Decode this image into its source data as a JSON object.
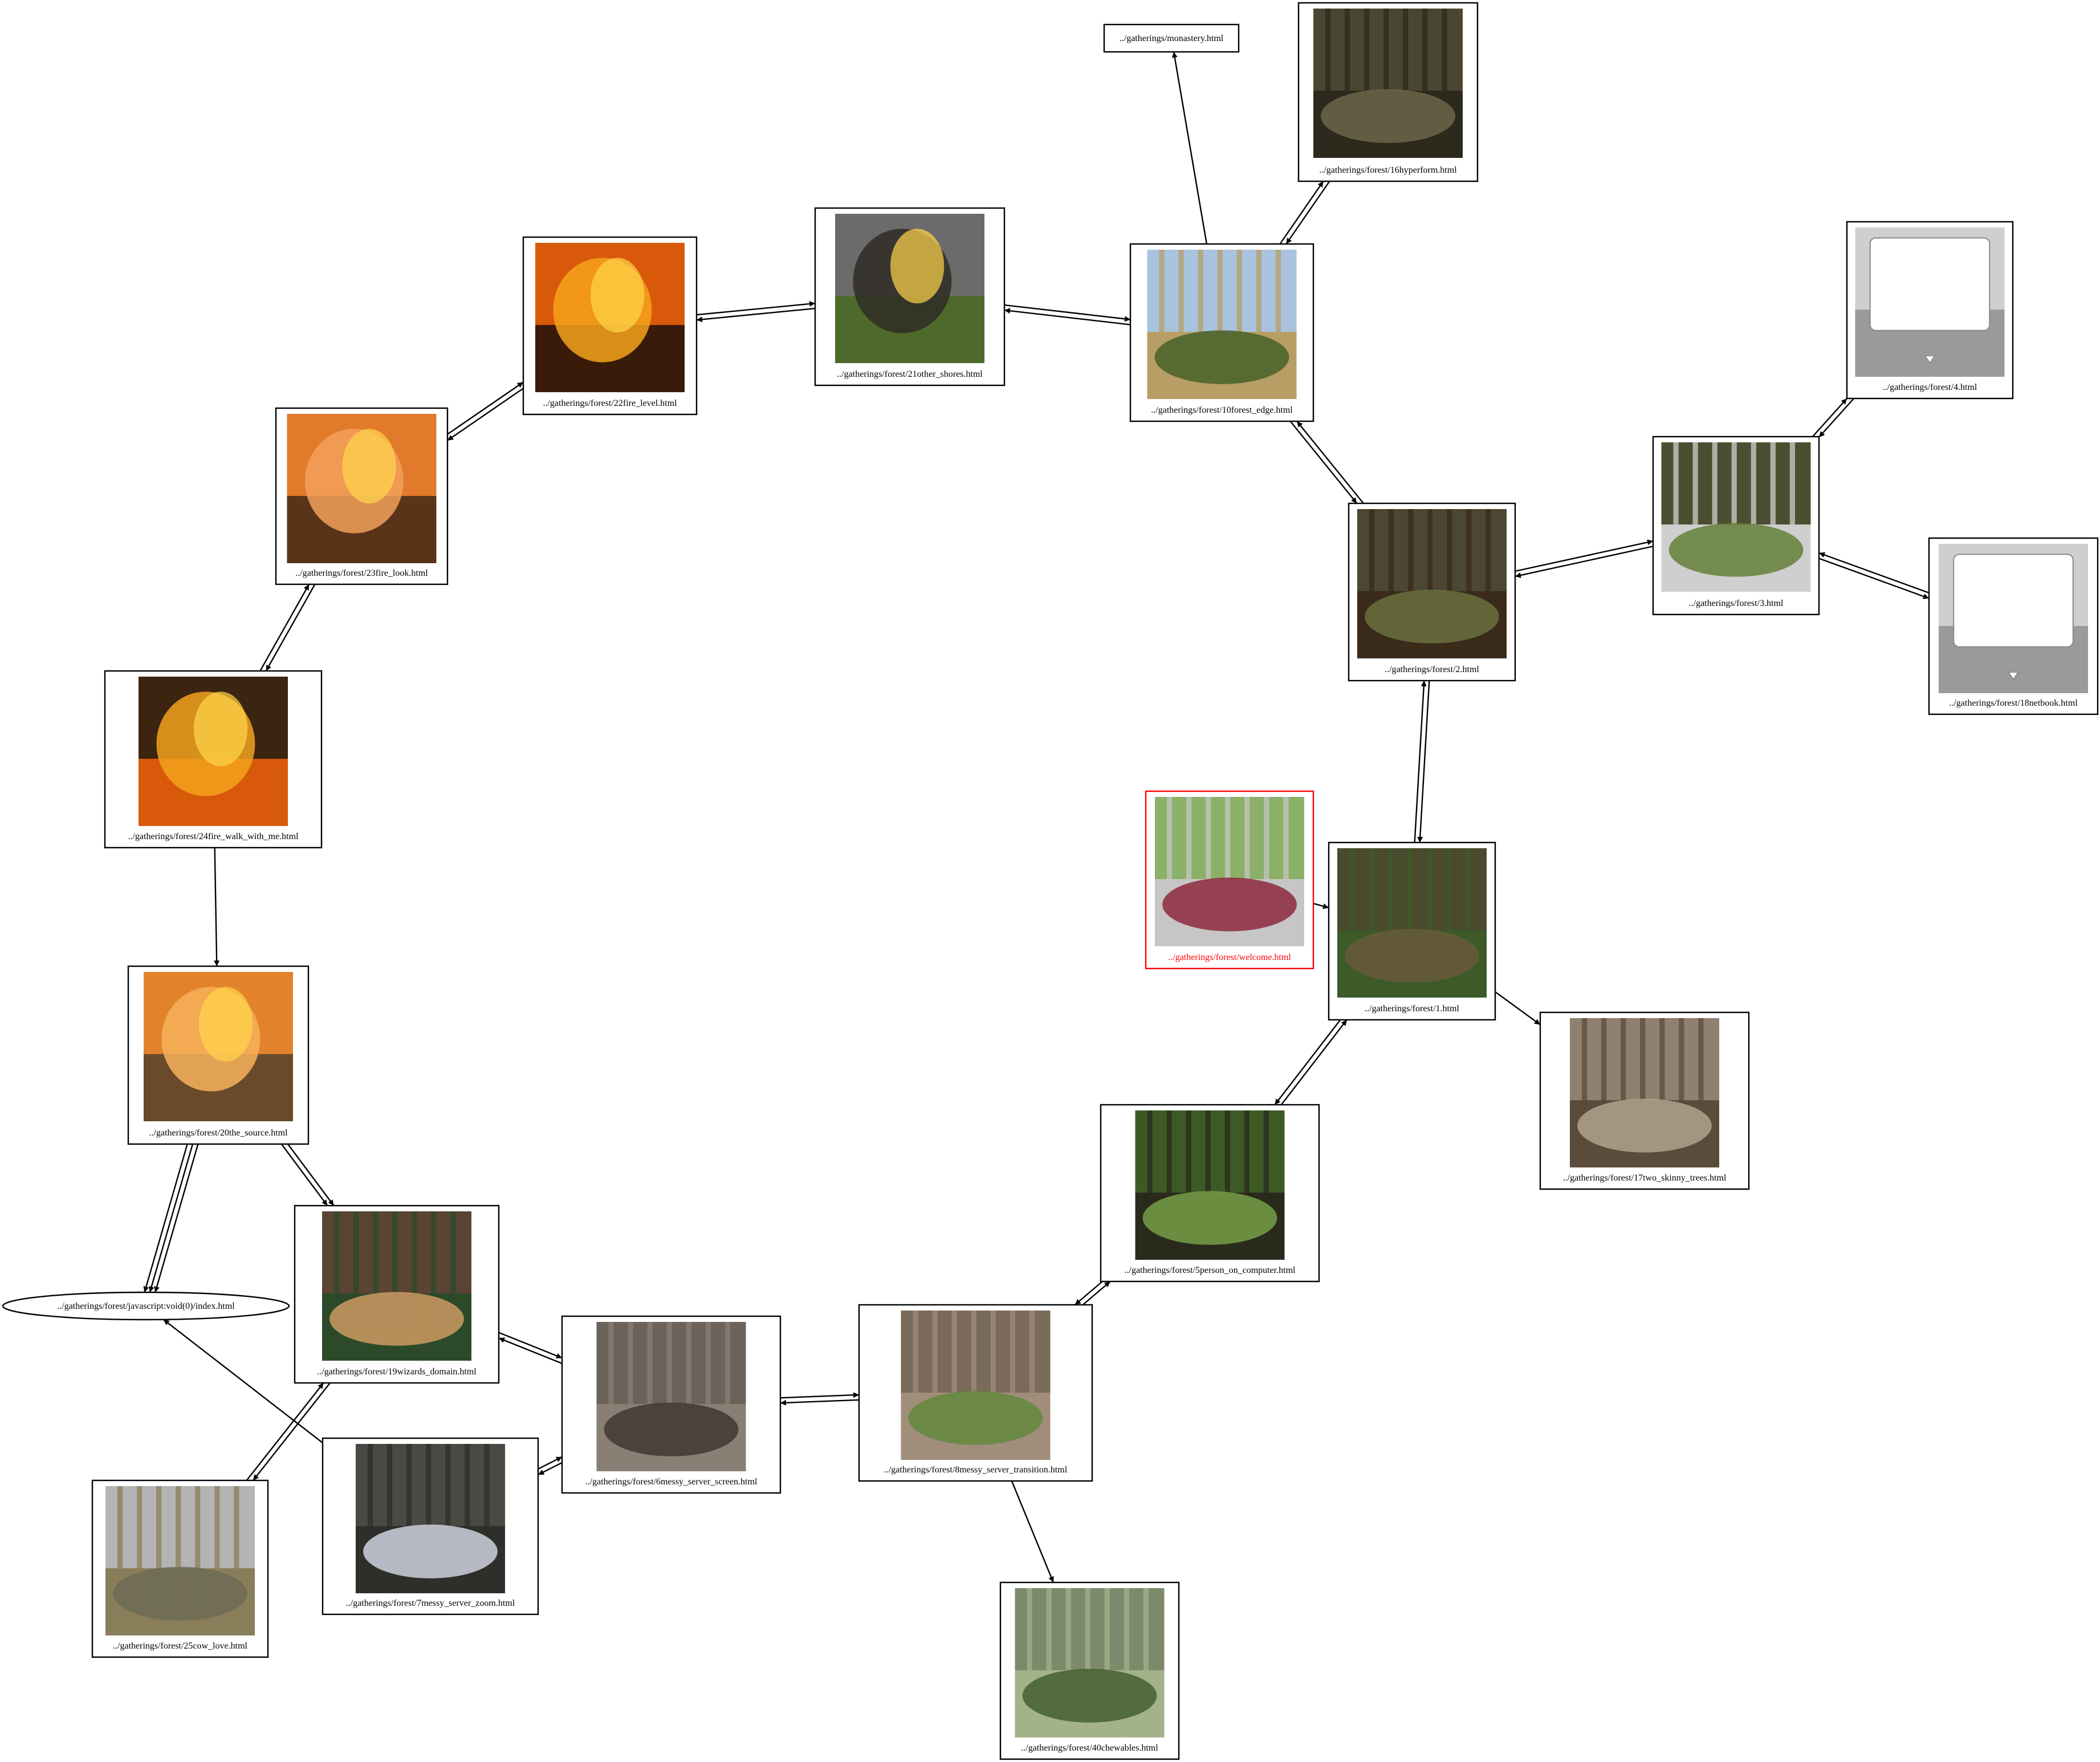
{
  "colors": {
    "edge": "#000000",
    "node_border": "#000000",
    "start_node": "#ff0000",
    "background": "#ffffff"
  },
  "nodes": [
    {
      "id": "monastery",
      "label": "../gatherings/monastery.html",
      "shape": "box",
      "image": "none"
    },
    {
      "id": "f16",
      "label": "../gatherings/forest/16hyperform.html",
      "shape": "box",
      "image": "forest-tall-trees"
    },
    {
      "id": "f21",
      "label": "../gatherings/forest/21other_shores.html",
      "shape": "box",
      "image": "wildfire-smoke-hillside"
    },
    {
      "id": "f22",
      "label": "../gatherings/forest/22fire_level.html",
      "shape": "box",
      "image": "fire-burning-structure"
    },
    {
      "id": "f10",
      "label": "../gatherings/forest/10forest_edge.html",
      "shape": "box",
      "image": "forest-edge-field"
    },
    {
      "id": "f4",
      "label": "../gatherings/forest/4.html",
      "shape": "box",
      "image": "crt-monitor-screen"
    },
    {
      "id": "f23",
      "label": "../gatherings/forest/23fire_look.html",
      "shape": "box",
      "image": "orange-burnt-forest"
    },
    {
      "id": "f3",
      "label": "../gatherings/forest/3.html",
      "shape": "box",
      "image": "computers-on-mossy-stump"
    },
    {
      "id": "f2",
      "label": "../gatherings/forest/2.html",
      "shape": "box",
      "image": "desk-with-computer-in-forest"
    },
    {
      "id": "f18",
      "label": "../gatherings/forest/18netbook.html",
      "shape": "box",
      "image": "crt-monitor-screen"
    },
    {
      "id": "f24",
      "label": "../gatherings/forest/24fire_walk_with_me.html",
      "shape": "box",
      "image": "burning-house"
    },
    {
      "id": "welcome",
      "label": "../gatherings/forest/welcome.html",
      "shape": "box",
      "start": true,
      "image": "red-sign-by-road"
    },
    {
      "id": "f1",
      "label": "../gatherings/forest/1.html",
      "shape": "box",
      "image": "forest-floor-bench"
    },
    {
      "id": "f20",
      "label": "../gatherings/forest/20the_source.html",
      "shape": "box",
      "image": "burning-living-room"
    },
    {
      "id": "f17",
      "label": "../gatherings/forest/17two_skinny_trees.html",
      "shape": "box",
      "image": "bare-winter-woods"
    },
    {
      "id": "f5",
      "label": "../gatherings/forest/5person_on_computer.html",
      "shape": "box",
      "image": "ferns-and-computer"
    },
    {
      "id": "js",
      "label": "../gatherings/forest/javascript:void(0)/index.html",
      "shape": "ellipse",
      "image": "none"
    },
    {
      "id": "f19",
      "label": "../gatherings/forest/19wizards_domain.html",
      "shape": "box",
      "image": "living-room-christmas-tree"
    },
    {
      "id": "f8",
      "label": "../gatherings/forest/8messy_server_transition.html",
      "shape": "box",
      "image": "mossy-brick-wall"
    },
    {
      "id": "f6",
      "label": "../gatherings/forest/6messy_server_screen.html",
      "shape": "box",
      "image": "burnt-server-room"
    },
    {
      "id": "f7",
      "label": "../gatherings/forest/7messy_server_zoom.html",
      "shape": "box",
      "image": "monitor-in-server-room"
    },
    {
      "id": "f25",
      "label": "../gatherings/forest/25cow_love.html",
      "shape": "box",
      "image": "power-lines-field"
    },
    {
      "id": "f40",
      "label": "../gatherings/forest/40chewables.html",
      "shape": "box",
      "image": "green-mossy-woods"
    }
  ],
  "edges": [
    {
      "from": "f10",
      "to": "monastery"
    },
    {
      "from": "f10",
      "to": "f16"
    },
    {
      "from": "f16",
      "to": "f10"
    },
    {
      "from": "f10",
      "to": "f21"
    },
    {
      "from": "f21",
      "to": "f10"
    },
    {
      "from": "f21",
      "to": "f22"
    },
    {
      "from": "f22",
      "to": "f21"
    },
    {
      "from": "f22",
      "to": "f23"
    },
    {
      "from": "f23",
      "to": "f22"
    },
    {
      "from": "f23",
      "to": "f24"
    },
    {
      "from": "f24",
      "to": "f23"
    },
    {
      "from": "f24",
      "to": "f20"
    },
    {
      "from": "f20",
      "to": "js"
    },
    {
      "from": "f20",
      "to": "js"
    },
    {
      "from": "f20",
      "to": "js"
    },
    {
      "from": "f20",
      "to": "f19"
    },
    {
      "from": "f20",
      "to": "f19"
    },
    {
      "from": "f19",
      "to": "f25"
    },
    {
      "from": "f25",
      "to": "f19"
    },
    {
      "from": "f19",
      "to": "f6"
    },
    {
      "from": "f6",
      "to": "f19"
    },
    {
      "from": "f6",
      "to": "f7"
    },
    {
      "from": "f7",
      "to": "f6"
    },
    {
      "from": "f7",
      "to": "js"
    },
    {
      "from": "f6",
      "to": "f8"
    },
    {
      "from": "f8",
      "to": "f6"
    },
    {
      "from": "f8",
      "to": "f5"
    },
    {
      "from": "f5",
      "to": "f8"
    },
    {
      "from": "f8",
      "to": "f40"
    },
    {
      "from": "f5",
      "to": "f1"
    },
    {
      "from": "f1",
      "to": "f5"
    },
    {
      "from": "welcome",
      "to": "f1"
    },
    {
      "from": "f1",
      "to": "f17"
    },
    {
      "from": "f1",
      "to": "f2"
    },
    {
      "from": "f2",
      "to": "f1"
    },
    {
      "from": "f2",
      "to": "f10"
    },
    {
      "from": "f10",
      "to": "f2"
    },
    {
      "from": "f2",
      "to": "f3"
    },
    {
      "from": "f3",
      "to": "f2"
    },
    {
      "from": "f3",
      "to": "f4"
    },
    {
      "from": "f4",
      "to": "f3"
    },
    {
      "from": "f3",
      "to": "f18"
    },
    {
      "from": "f18",
      "to": "f3"
    }
  ]
}
